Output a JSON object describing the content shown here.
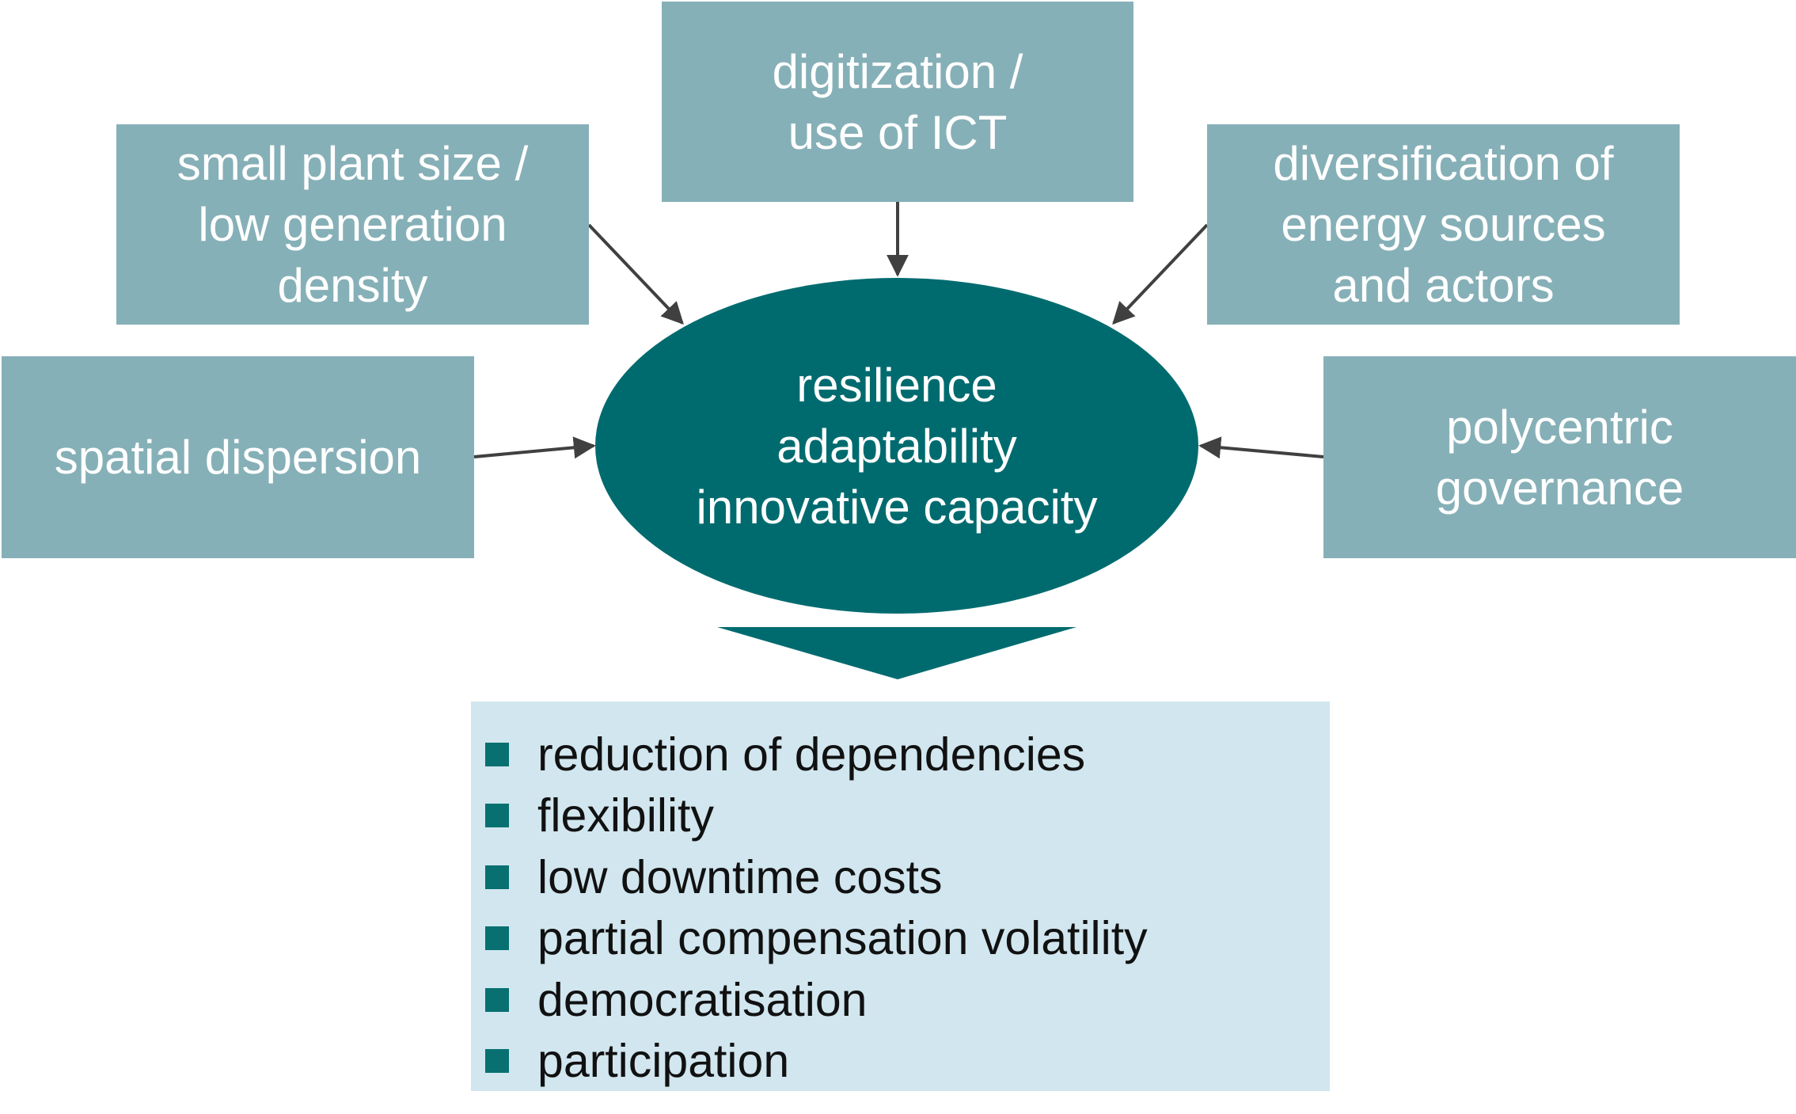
{
  "center": {
    "lines": [
      "resilience",
      "adaptability",
      "innovative capacity"
    ]
  },
  "factors": {
    "ict": [
      "digitization /",
      "use of ICT"
    ],
    "plant_size": [
      "small plant size /",
      "low generation",
      "density"
    ],
    "diversification": [
      "diversification of",
      "energy sources",
      "and actors"
    ],
    "spatial": [
      "spatial dispersion"
    ],
    "polycentric": [
      "polycentric",
      "governance"
    ]
  },
  "outcomes": [
    "reduction of dependencies",
    "flexibility",
    "low downtime costs",
    "partial compensation volatility",
    "democratisation",
    "participation"
  ],
  "colors": {
    "factor_box": "#86b0b7",
    "core_ellipse": "#006b6f",
    "outcome_box": "#d1e6ef",
    "bullet": "#087070",
    "arrow": "#404040"
  }
}
